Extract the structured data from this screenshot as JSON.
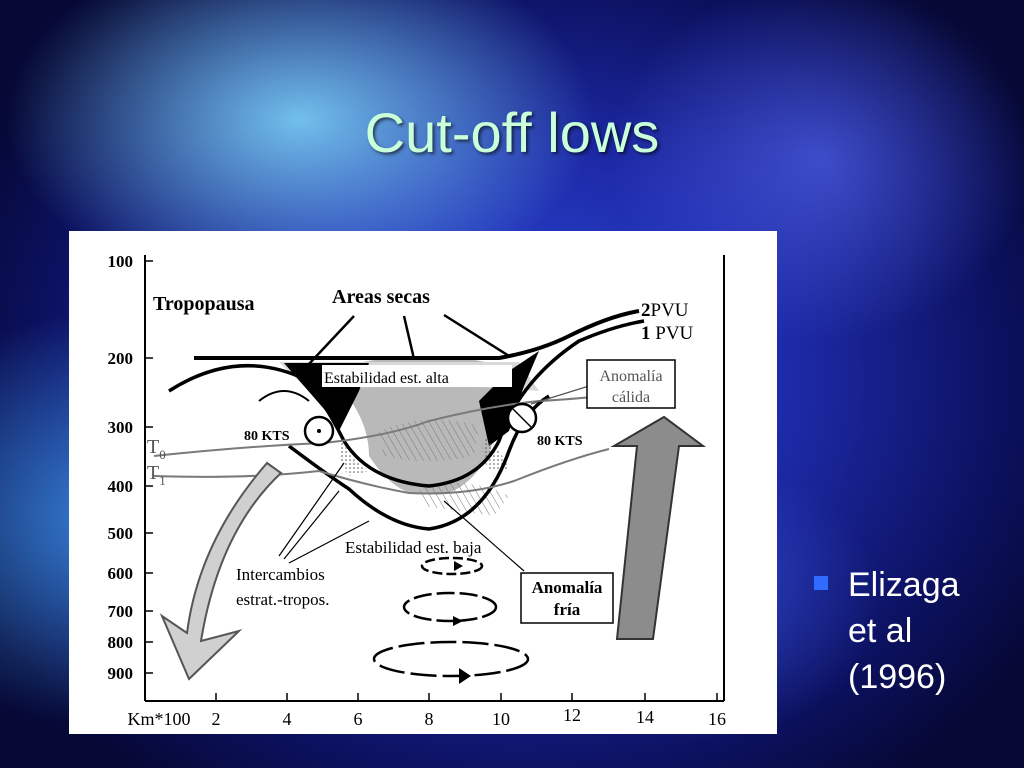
{
  "slide": {
    "title": "Cut-off lows",
    "bullets": [
      {
        "text": "Elizaga et al (1996)"
      }
    ],
    "colors": {
      "title": "#c9ffd9",
      "bullet_marker": "#2f6bff",
      "text": "#ffffff"
    }
  },
  "diagram": {
    "y_axis_ticks": [
      "100",
      "200",
      "300",
      "400",
      "500",
      "600",
      "700",
      "800",
      "900"
    ],
    "x_axis_unit": "Km*100",
    "x_axis_ticks": [
      "2",
      "4",
      "6",
      "8",
      "10",
      "12",
      "14",
      "16"
    ],
    "labels": {
      "tropopausa": "Tropopausa",
      "areas_secas": "Areas secas",
      "pvu2_num": "2",
      "pvu1_num": "1",
      "pvu_unit": "PVU",
      "estabilidad_alta": "Estabilidad est. alta",
      "anomalia_calida_1": "Anomalía",
      "anomalia_calida_2": "cálida",
      "jet_left": "80 KTS",
      "jet_right": "80 KTS",
      "t0_main": "T",
      "t0_sub": "0",
      "t1_main": "T",
      "t1_sub": "1",
      "estabilidad_baja": "Estabilidad est. baja",
      "intercambios_1": "Intercambios",
      "intercambios_2": "estrat.-tropos.",
      "anomalia_fria_1": "Anomalía",
      "anomalia_fria_2": "fría"
    }
  }
}
